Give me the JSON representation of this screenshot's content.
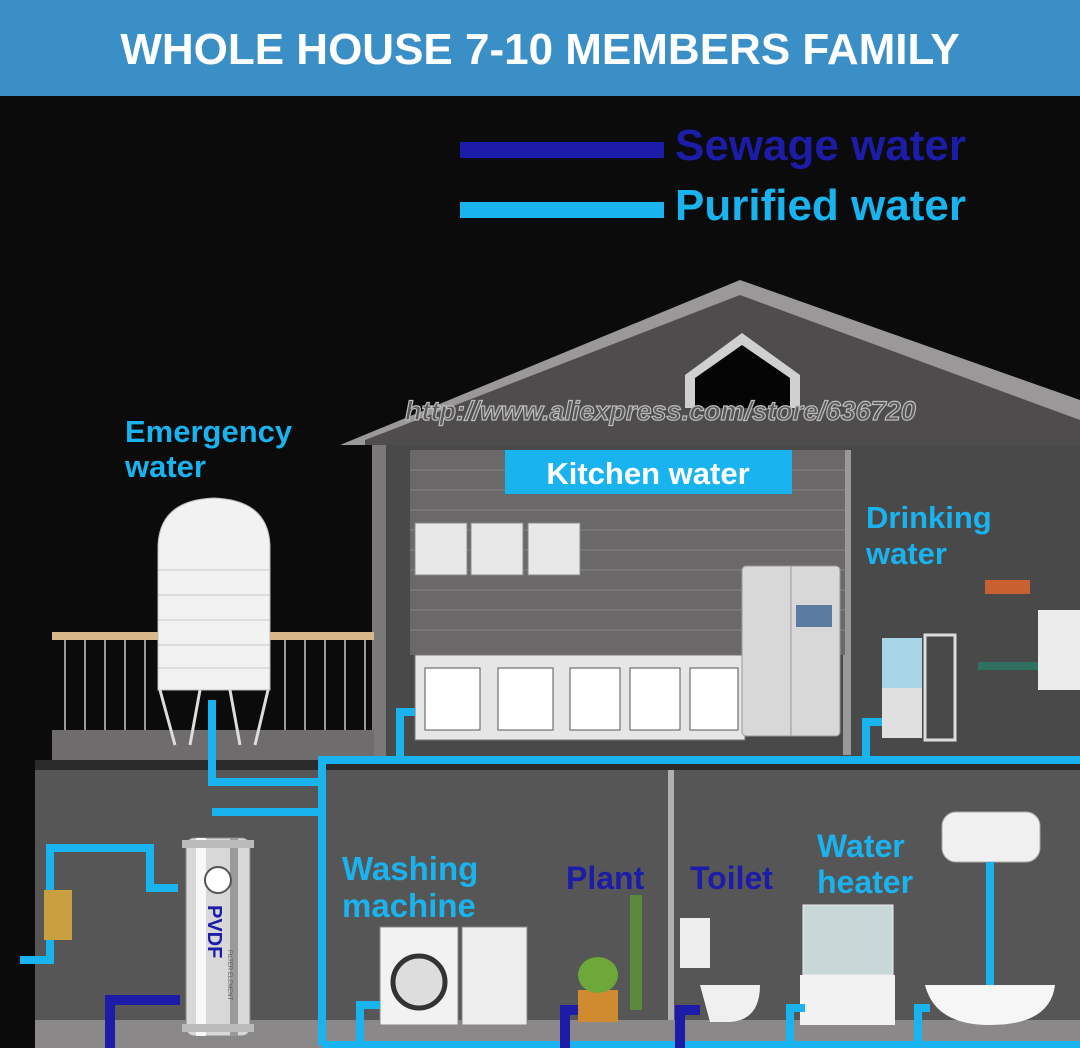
{
  "header": {
    "title": "WHOLE HOUSE 7-10 MEMBERS FAMILY"
  },
  "legend": [
    {
      "label": "Sewage water",
      "color": "#1c1ca8"
    },
    {
      "label": "Purified water",
      "color": "#19b3ef"
    }
  ],
  "watermark": "http://www.aliexpress.com/store/636720",
  "labels": {
    "emergency_1": "Emergency",
    "emergency_2": "water",
    "kitchen": "Kitchen water",
    "drinking_1": "Drinking",
    "drinking_2": "water",
    "washing_1": "Washing",
    "washing_2": "machine",
    "plant": "Plant",
    "toilet": "Toilet",
    "heater_1": "Water",
    "heater_2": "heater"
  },
  "filter": {
    "brand": "PVDF",
    "subtitle": "FILTER ELEMENT"
  },
  "colors": {
    "header": "#3a8fc6",
    "purified": "#19b3ef",
    "sewage": "#1c1ca8",
    "wall": "#575656"
  }
}
